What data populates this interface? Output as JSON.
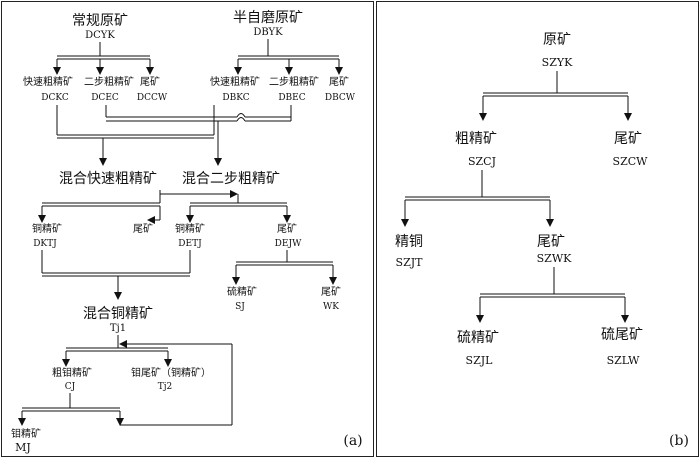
{
  "panel_a": {
    "caption": "(a)",
    "nodes": {
      "dcyk": {
        "zh": "常规原矿",
        "code": "DCYK"
      },
      "dbyk": {
        "zh": "半自磨原矿",
        "code": "DBYK"
      },
      "dckc": {
        "zh": "快速粗精矿",
        "code": "DCKC"
      },
      "dcec": {
        "zh": "二步粗精矿",
        "code": "DCEC"
      },
      "dccw": {
        "zh": "尾矿",
        "code": "DCCW"
      },
      "dbkc": {
        "zh": "快速粗精矿",
        "code": "DBKC"
      },
      "dbec": {
        "zh": "二步粗精矿",
        "code": "DBEC"
      },
      "dbcw": {
        "zh": "尾矿",
        "code": "DBCW"
      },
      "mix_fast": {
        "zh": "混合快速粗精矿"
      },
      "mix_two": {
        "zh": "混合二步粗精矿"
      },
      "dktj": {
        "zh": "铜精矿",
        "code": "DKTJ"
      },
      "dk_tail": {
        "zh": "尾矿"
      },
      "detj": {
        "zh": "铜精矿",
        "code": "DETJ"
      },
      "dejw": {
        "zh": "尾矿",
        "code": "DEJW"
      },
      "sj": {
        "zh": "硫精矿",
        "code": "SJ"
      },
      "wk": {
        "zh": "尾矿",
        "code": "WK"
      },
      "tj1": {
        "zh": "混合铜精矿",
        "code": "Tj1"
      },
      "cj": {
        "zh": "粗钼精矿",
        "code": "CJ"
      },
      "tj2": {
        "zh": "钼尾矿（铜精矿）",
        "code": "Tj2"
      },
      "mj": {
        "zh": "钼精矿",
        "code": "MJ"
      }
    }
  },
  "panel_b": {
    "caption": "(b)",
    "nodes": {
      "szyk": {
        "zh": "原矿",
        "code": "SZYK"
      },
      "szcj": {
        "zh": "粗精矿",
        "code": "SZCJ"
      },
      "szcw": {
        "zh": "尾矿",
        "code": "SZCW"
      },
      "szjt": {
        "zh": "精铜",
        "code": "SZJT"
      },
      "szwk": {
        "zh": "尾矿",
        "code": "SZWK"
      },
      "szjl": {
        "zh": "硫精矿",
        "code": "SZJL"
      },
      "szlw": {
        "zh": "硫尾矿",
        "code": "SZLW"
      }
    }
  }
}
